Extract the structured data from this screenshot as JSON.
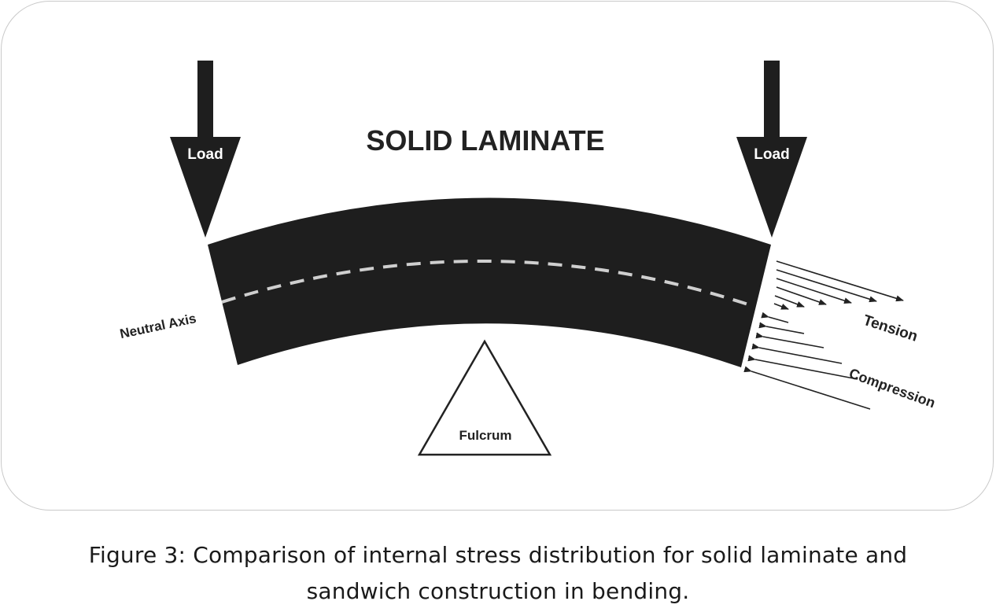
{
  "diagram": {
    "title": "SOLID LAMINATE",
    "load_left": "Load",
    "load_right": "Load",
    "neutral_axis": "Neutral Axis",
    "tension": "Tension",
    "compression": "Compression",
    "fulcrum": "Fulcrum"
  },
  "caption": {
    "line1": "Figure 3: Comparison of internal stress distribution for solid laminate and",
    "line2": "sandwich construction in bending."
  },
  "colors": {
    "beam": "#1e1e1e",
    "frame_border": "#c9c9c9",
    "axis_dash": "#cfcfcf"
  }
}
